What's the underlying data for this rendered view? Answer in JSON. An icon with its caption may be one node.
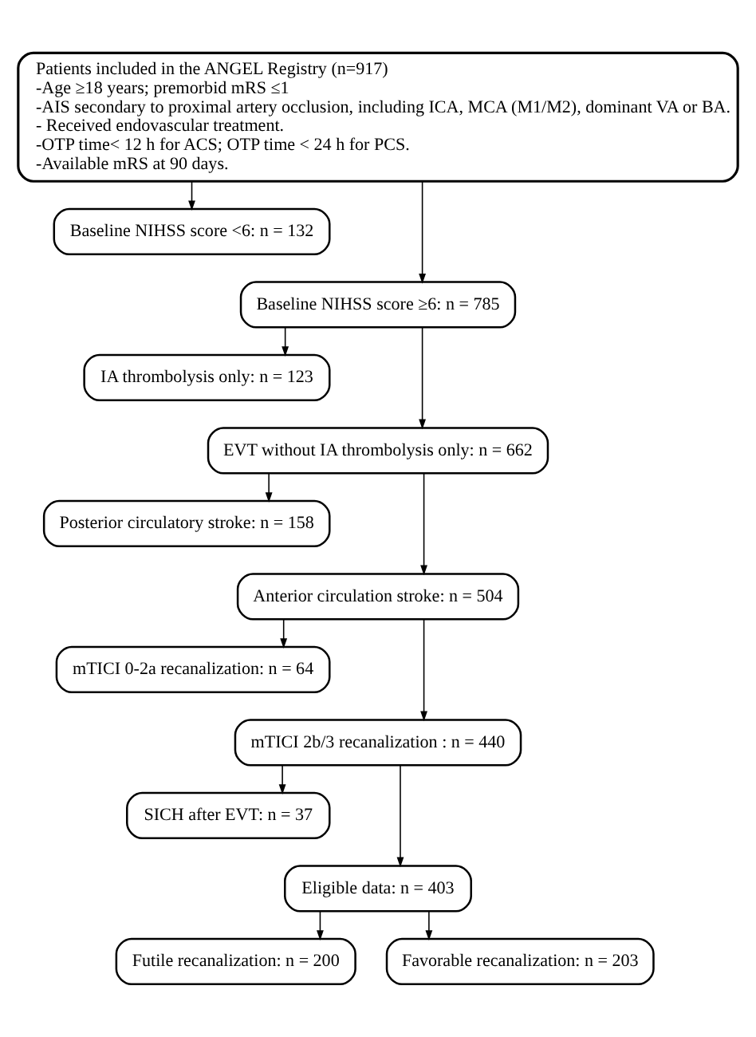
{
  "diagram": {
    "nodes": [
      {
        "text": [
          "Patients included in the ANGEL Registry (n=917)",
          "-Age ≥18 years; premorbid mRS ≤1",
          "-AIS secondary to proximal artery occlusion, including ICA, MCA (M1/M2), dominant VA or BA.",
          "- Received endovascular treatment.",
          "-OTP time< 12 h for ACS; OTP time < 24 h for PCS.",
          "-Available mRS at 90 days."
        ]
      },
      {
        "text": [
          "Baseline NIHSS score <6: n = 132"
        ]
      },
      {
        "text": [
          "Baseline NIHSS score ≥6: n = 785"
        ]
      },
      {
        "text": [
          "IA thrombolysis only: n = 123"
        ]
      },
      {
        "text": [
          "EVT without IA thrombolysis only: n = 662"
        ]
      },
      {
        "text": [
          "Posterior circulatory stroke: n = 158"
        ]
      },
      {
        "text": [
          "Anterior circulation stroke: n = 504"
        ]
      },
      {
        "text": [
          "mTICI 0-2a recanalization: n = 64"
        ]
      },
      {
        "text": [
          "mTICI 2b/3 recanalization : n = 440"
        ]
      },
      {
        "text": [
          "SICH after EVT: n = 37"
        ]
      },
      {
        "text": [
          "Eligible data: n = 403"
        ]
      },
      {
        "text": [
          "Futile recanalization: n = 200"
        ]
      },
      {
        "text": [
          "Favorable recanalization: n = 203"
        ]
      }
    ],
    "edges": [
      {
        "from": 0,
        "to": 1,
        "arrow": "to"
      },
      {
        "from": 0,
        "to": 2,
        "arrow": "to"
      },
      {
        "from": 2,
        "to": 3,
        "arrow": "to"
      },
      {
        "from": 2,
        "to": 4,
        "arrow": "to"
      },
      {
        "from": 4,
        "to": 5,
        "arrow": "to"
      },
      {
        "from": 4,
        "to": 6,
        "arrow": "to"
      },
      {
        "from": 6,
        "to": 7,
        "arrow": "to"
      },
      {
        "from": 6,
        "to": 8,
        "arrow": "to"
      },
      {
        "from": 8,
        "to": 9,
        "arrow": "to"
      },
      {
        "from": 8,
        "to": 10,
        "arrow": "to"
      },
      {
        "from": 10,
        "to": 11,
        "arrow": "to"
      },
      {
        "from": 10,
        "to": 12,
        "arrow": "to"
      }
    ]
  }
}
